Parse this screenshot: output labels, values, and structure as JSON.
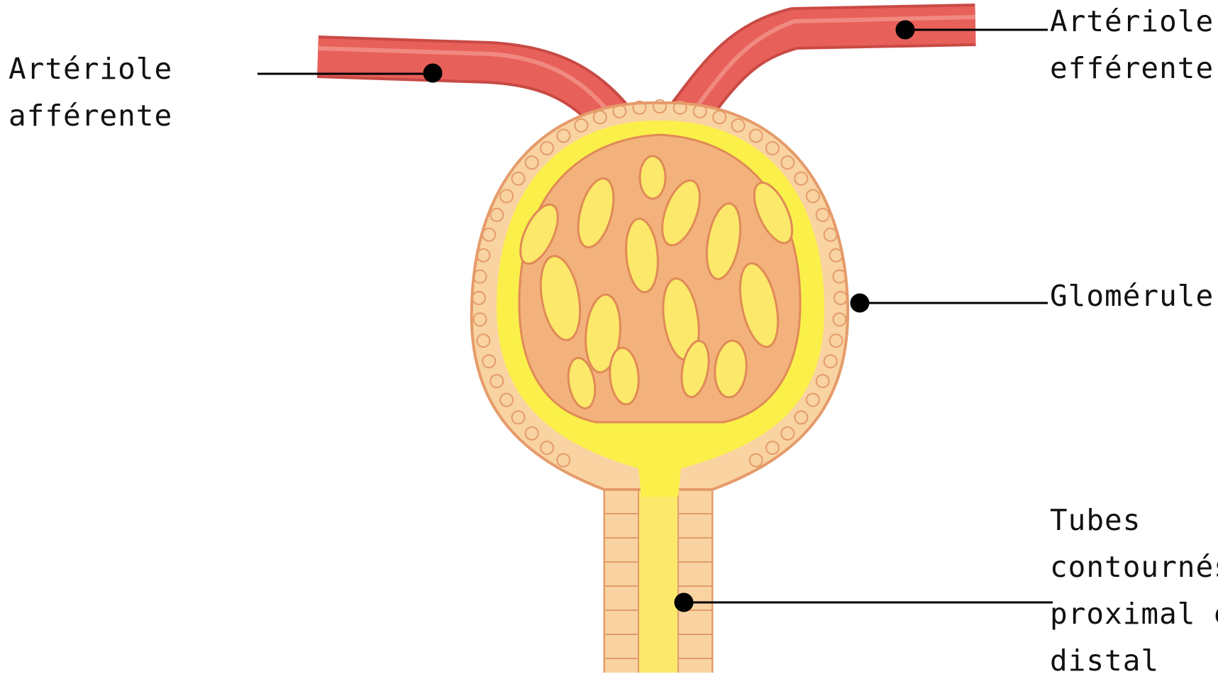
{
  "colors": {
    "artery": "#e8605a",
    "artery_dark": "#c94a45",
    "capsule": "#f9d3a2",
    "capsule_edge": "#e59b6a",
    "bowman_space": "#fbf04a",
    "capillary": "#f3b27c",
    "capillary_edge": "#e08a57",
    "lumen": "#fce86a",
    "leader": "#000000"
  },
  "labels": {
    "afferent": [
      "Artériole",
      "afférente"
    ],
    "efferent": [
      "Artériole",
      "efférente"
    ],
    "glomerulus": "Glomérule",
    "tubes": [
      "Tubes",
      "contournés",
      "proximal et",
      "distal"
    ]
  }
}
